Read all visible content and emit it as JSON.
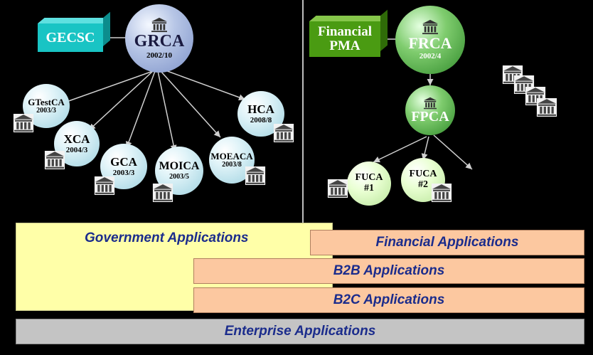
{
  "left": {
    "gecsc": "GECSC",
    "root": {
      "name": "GRCA",
      "date": "2002/10"
    },
    "children": [
      {
        "name": "GTestCA",
        "date": "2003/3"
      },
      {
        "name": "XCA",
        "date": "2004/3"
      },
      {
        "name": "GCA",
        "date": "2003/3"
      },
      {
        "name": "MOICA",
        "date": "2003/5"
      },
      {
        "name": "MOEACA",
        "date": "2003/8"
      },
      {
        "name": "HCA",
        "date": "2008/8"
      }
    ]
  },
  "right": {
    "pma": {
      "line1": "Financial",
      "line2": "PMA"
    },
    "root": {
      "name": "FRCA",
      "date": "2002/4"
    },
    "policy": {
      "name": "FPCA"
    },
    "children": [
      {
        "name": "FUCA",
        "num": "#1"
      },
      {
        "name": "FUCA",
        "num": "#2"
      }
    ]
  },
  "applications": {
    "government": "Government Applications",
    "financial": "Financial Applications",
    "b2b": "B2B Applications",
    "b2c": "B2C Applications",
    "enterprise": "Enterprise Applications"
  },
  "icons": {
    "bank": "bank-building-icon"
  },
  "colors": {
    "gecsc": "#19c4c4",
    "financial_pma": "#4a9b12",
    "government_apps": "#ffffa8",
    "business_apps": "#fcc8a0",
    "enterprise_apps": "#c4c4c4",
    "app_text": "#1b2c8c"
  }
}
